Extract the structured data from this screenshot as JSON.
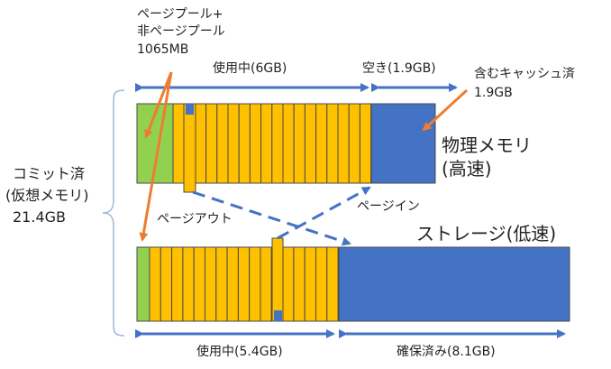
{
  "labels": {
    "pool_line1": "ページプール+",
    "pool_line2": "非ページプール",
    "pool_line3": "1065MB",
    "used_physical": "使用中(6GB)",
    "free_physical": "空き(1.9GB)",
    "cache_line1": "含むキャッシュ済",
    "cache_line2": "1.9GB",
    "physical_line1": "物理メモリ",
    "physical_line2": "(高速)",
    "commit_line1": "コミット済",
    "commit_line2": "(仮想メモリ)",
    "commit_line3": "21.4GB",
    "page_out": "ページアウト",
    "page_in": "ページイン",
    "storage": "ストレージ(低速)",
    "used_storage": "使用中(5.4GB)",
    "reserved_storage": "確保済み(8.1GB)"
  },
  "colors": {
    "green": "#92d050",
    "yellow": "#ffc000",
    "blue": "#4472c4",
    "arrow_blue": "#4472c4",
    "arrow_orange": "#ed7d31",
    "dashed_blue": "#4472c4",
    "brace": "#9fb6d9"
  }
}
